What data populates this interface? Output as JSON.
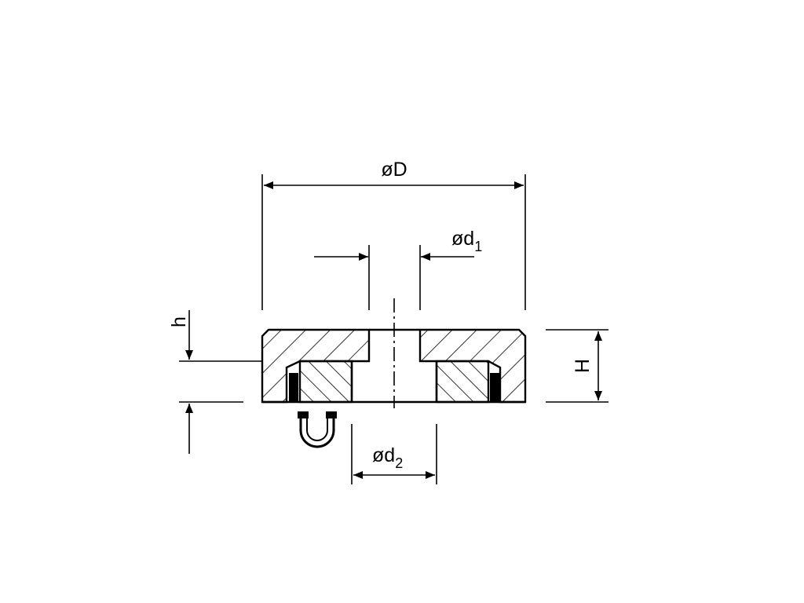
{
  "drawing": {
    "labels": {
      "outer_diameter": "øD",
      "inner_diameter_1_main": "ød",
      "inner_diameter_1_sub": "1",
      "inner_diameter_2_main": "ød",
      "inner_diameter_2_sub": "2",
      "total_height": "H",
      "recess_depth": "h"
    },
    "colors": {
      "line": "#000000",
      "background": "#ffffff"
    },
    "symbols": [
      "magnet-icon"
    ]
  }
}
